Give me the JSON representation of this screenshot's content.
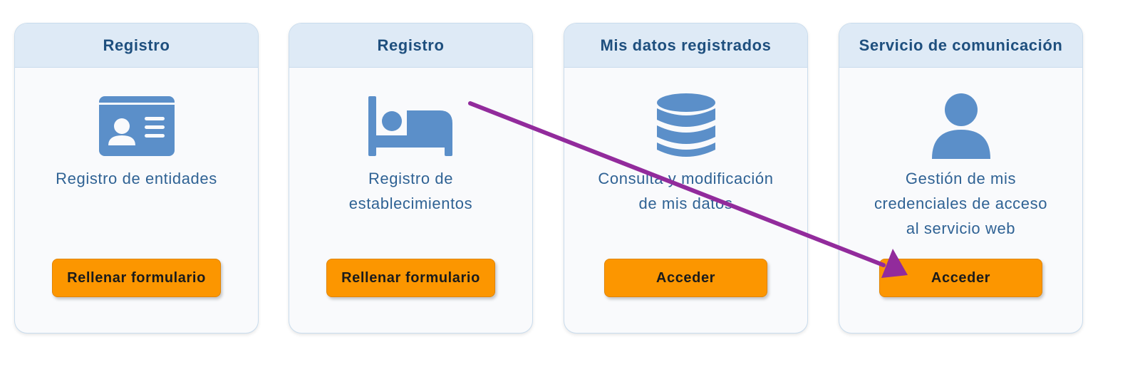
{
  "cards": [
    {
      "title": "Registro",
      "icon": "id-card-icon",
      "lines": [
        "Registro de entidades"
      ],
      "button": "Rellenar formulario"
    },
    {
      "title": "Registro",
      "icon": "bed-icon",
      "lines": [
        "Registro de",
        "establecimientos"
      ],
      "button": "Rellenar formulario"
    },
    {
      "title": "Mis datos registrados",
      "icon": "database-icon",
      "lines": [
        "Consulta y modificación",
        "de mis datos"
      ],
      "button": "Acceder"
    },
    {
      "title": "Servicio de comunicación",
      "icon": "user-icon",
      "lines": [
        "Gestión de mis",
        "credenciales de acceso",
        "al servicio web"
      ],
      "button": "Acceder"
    }
  ],
  "annotation": {
    "icon": "arrow-annotation-icon",
    "color": "#922b9c"
  },
  "colors": {
    "icon": "#5b8fc9",
    "header_bg": "#deeaf6",
    "title_text": "#1e4f7e",
    "body_text": "#2f6294",
    "button_bg": "#fc9600"
  }
}
